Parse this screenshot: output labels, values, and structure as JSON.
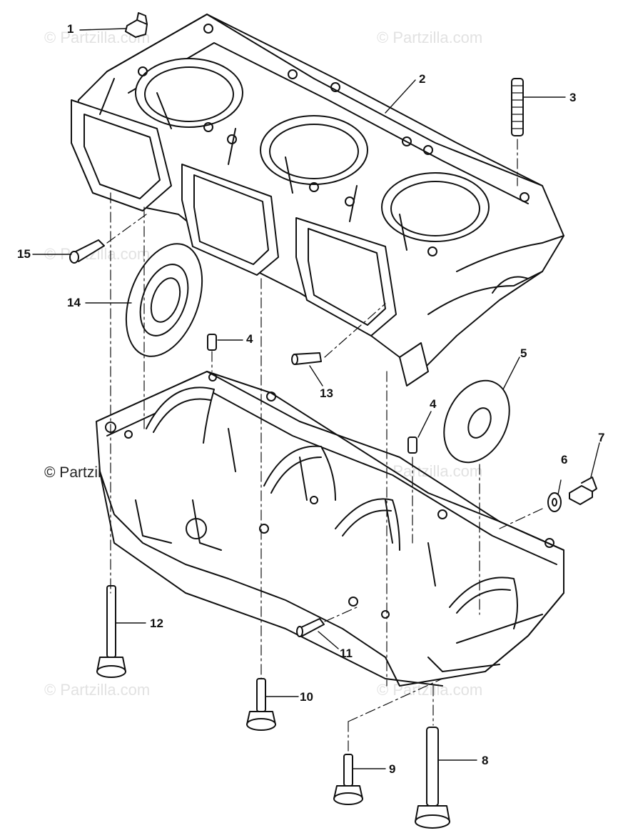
{
  "watermark": "© Partzilla.com",
  "callouts": [
    "1",
    "2",
    "3",
    "4",
    "4",
    "5",
    "6",
    "7",
    "8",
    "9",
    "10",
    "11",
    "12",
    "13",
    "14",
    "15"
  ]
}
